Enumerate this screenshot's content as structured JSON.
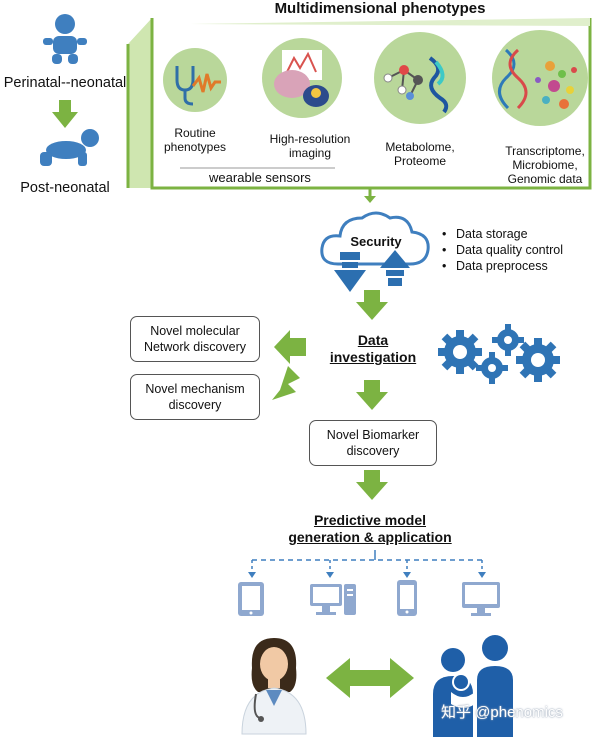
{
  "header": {
    "title": "Multidimensional phenotypes"
  },
  "stages": {
    "perinatal": "Perinatal--neonatal",
    "post": "Post-neonatal"
  },
  "phenotypes": [
    {
      "line1": "Routine",
      "line2": "phenotypes",
      "line3": ""
    },
    {
      "line1": "High-resolution",
      "line2": "imaging",
      "line3": ""
    },
    {
      "line1": "Metabolome,",
      "line2": "Proteome",
      "line3": ""
    },
    {
      "line1": "Transcriptome,",
      "line2": "Microbiome,",
      "line3": "Genomic data"
    }
  ],
  "wearable": "wearable sensors",
  "security": {
    "label": "Security",
    "bullets": [
      "Data storage",
      "Data quality control",
      "Data preprocess"
    ]
  },
  "investigation": {
    "line1": "Data",
    "line2": "investigation"
  },
  "boxes": {
    "network": {
      "line1": "Novel molecular",
      "line2": "Network discovery"
    },
    "mechanism": {
      "line1": "Novel mechanism",
      "line2": "discovery"
    },
    "biomarker": {
      "line1": "Novel Biomarker",
      "line2": "discovery"
    }
  },
  "predictive": {
    "line1": "Predictive model",
    "line2": "generation & application"
  },
  "devices": [
    "tablet-icon",
    "desktop-icon",
    "phone-icon",
    "monitor-icon"
  ],
  "watermark": "知乎 @phenomics",
  "colors": {
    "green": "#7cb342",
    "blue": "#3f7fbf",
    "device": "#8fa8cf",
    "dark": "#1f5fa8"
  }
}
